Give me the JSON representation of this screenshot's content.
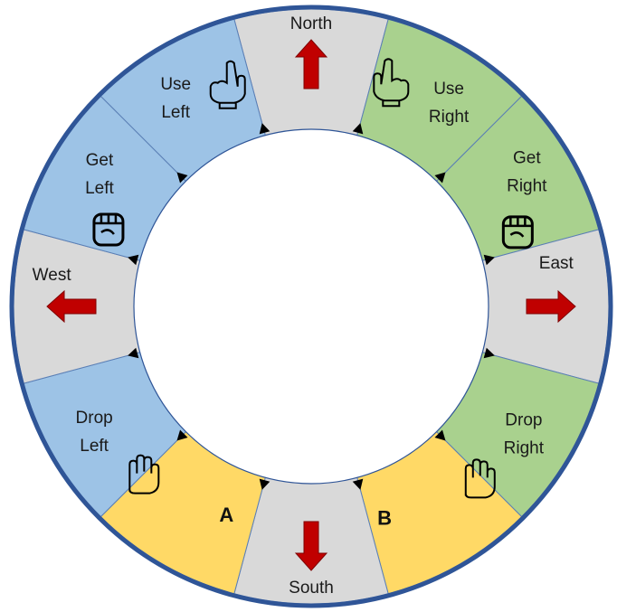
{
  "segments": [
    {
      "id": "north",
      "lines": [
        "North"
      ],
      "icon": "arrow-up-icon",
      "color": "#d9d9d9"
    },
    {
      "id": "use-right",
      "lines": [
        "Use",
        "Right"
      ],
      "icon": "pointing-finger-icon",
      "color": "#a9d18e"
    },
    {
      "id": "get-right",
      "lines": [
        "Get",
        "Right"
      ],
      "icon": "fist-icon",
      "color": "#a9d18e"
    },
    {
      "id": "east",
      "lines": [
        "East"
      ],
      "icon": "arrow-right-icon",
      "color": "#d9d9d9"
    },
    {
      "id": "drop-right",
      "lines": [
        "Drop",
        "Right"
      ],
      "icon": "open-hand-icon",
      "color": "#a9d18e"
    },
    {
      "id": "b",
      "lines": [
        "B"
      ],
      "icon": "",
      "color": "#ffd966"
    },
    {
      "id": "south",
      "lines": [
        "South"
      ],
      "icon": "arrow-down-icon",
      "color": "#d9d9d9"
    },
    {
      "id": "a",
      "lines": [
        "A"
      ],
      "icon": "",
      "color": "#ffd966"
    },
    {
      "id": "drop-left",
      "lines": [
        "Drop",
        "Left"
      ],
      "icon": "open-hand-icon",
      "color": "#9dc3e6"
    },
    {
      "id": "west",
      "lines": [
        "West"
      ],
      "icon": "arrow-left-icon",
      "color": "#d9d9d9"
    },
    {
      "id": "get-left",
      "lines": [
        "Get",
        "Left"
      ],
      "icon": "fist-icon",
      "color": "#9dc3e6"
    },
    {
      "id": "use-left",
      "lines": [
        "Use",
        "Left"
      ],
      "icon": "pointing-finger-icon",
      "color": "#9dc3e6"
    }
  ],
  "colors": {
    "outline": "#2f5597",
    "arrow": "#c00000",
    "divider": "#5b7fb5"
  }
}
